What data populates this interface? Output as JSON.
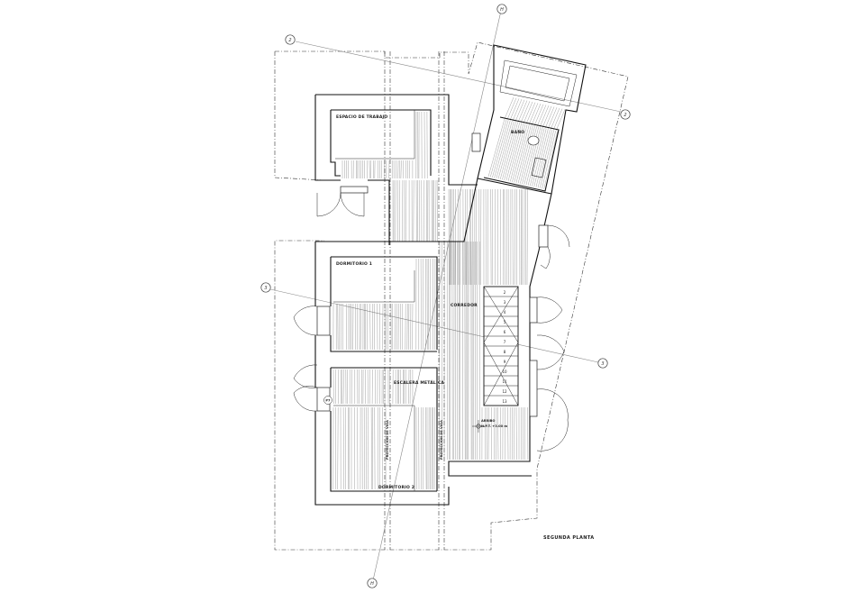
{
  "drawing": {
    "title": "SEGUNDA PLANTA",
    "rooms": {
      "work_space": "ESPACIO DE TRABAJO",
      "bathroom": "BAÑO",
      "bedroom_1": "DORMITORIO 1",
      "corridor": "CORREDOR",
      "metal_stair": "ESCALERA METÁLICA",
      "bedroom_2": "DORMITORIO 2",
      "arrival": "ARRIBO",
      "arrival_level": "N.P.T. +3.00 m",
      "wall_note_1": "PROYECCION DE VIGA",
      "wall_note_2": "PROYECCION DE VIGA",
      "door_tag": "P7"
    },
    "axes": {
      "axis_2_top": "2",
      "axis_2_right": "2",
      "axis_3_left": "3",
      "axis_3_right": "3",
      "axis_h_top": "H",
      "axis_h_bottom": "H"
    },
    "stair_steps": [
      "2",
      "3",
      "4",
      "5",
      "6",
      "7",
      "8",
      "9",
      "10",
      "11",
      "12",
      "13"
    ]
  }
}
